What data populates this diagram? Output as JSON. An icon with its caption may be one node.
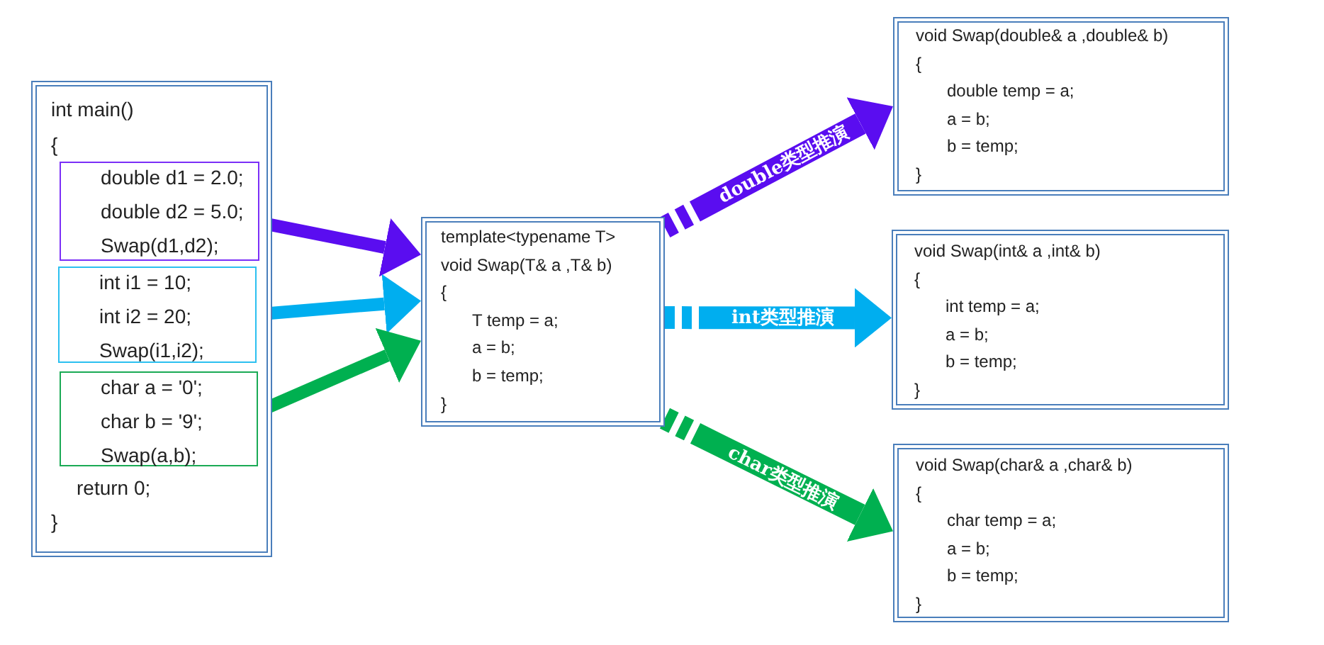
{
  "diagram": {
    "nodes": [
      {
        "text": [
          "int main()",
          "{",
          "return 0;",
          "}"
        ]
      },
      {
        "text": [
          "double d1 = 2.0;",
          "double d2 = 5.0;",
          "Swap(d1,d2);"
        ],
        "in": 0
      },
      {
        "text": [
          "int i1 = 10;",
          "int i2 = 20;",
          "Swap(i1,i2);"
        ],
        "in": 0
      },
      {
        "text": [
          "char a = '0';",
          "char b = '9';",
          "Swap(a,b);"
        ],
        "in": 0
      },
      {
        "text": [
          "template<typename T>",
          "void Swap(T& a ,T& b)",
          "{",
          "T temp = a;",
          "a = b;",
          "b = temp;",
          "}"
        ]
      },
      {
        "text": [
          "void Swap(double& a ,double& b)",
          "{",
          "double temp = a;",
          "a = b;",
          "b = temp;",
          "}"
        ]
      },
      {
        "text": [
          "void Swap(int& a ,int& b)",
          "{",
          "int temp = a;",
          "a = b;",
          "b = temp;",
          "}"
        ]
      },
      {
        "text": [
          "void Swap(char& a ,char& b)",
          "{",
          "char temp = a;",
          "a = b;",
          "b = temp;",
          "}"
        ]
      }
    ],
    "edges": [
      {
        "from": 1,
        "to": 4,
        "arrow": "to",
        "color": "#5a0df0"
      },
      {
        "from": 2,
        "to": 4,
        "arrow": "to",
        "color": "#00aeef"
      },
      {
        "from": 3,
        "to": 4,
        "arrow": "to",
        "color": "#00b050"
      },
      {
        "from": 4,
        "to": 5,
        "arrow": "to",
        "label": "double类型推演",
        "style": "dashed",
        "color": "#5a0df0"
      },
      {
        "from": 4,
        "to": 6,
        "arrow": "to",
        "label": "int类型推演",
        "style": "dashed",
        "color": "#00aeef"
      },
      {
        "from": 4,
        "to": 7,
        "arrow": "to",
        "label": "char类型推演",
        "style": "dashed",
        "color": "#00b050"
      }
    ]
  }
}
